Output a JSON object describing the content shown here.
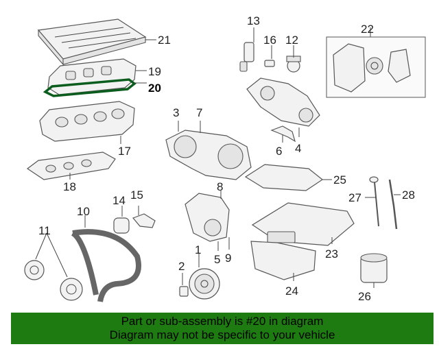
{
  "callouts": {
    "c1": "1",
    "c2": "2",
    "c3": "3",
    "c4": "4",
    "c5": "5",
    "c6": "6",
    "c7": "7",
    "c8": "8",
    "c9": "9",
    "c10": "10",
    "c11": "11",
    "c12": "12",
    "c13": "13",
    "c14": "14",
    "c15": "15",
    "c16": "16",
    "c17": "17",
    "c18": "18",
    "c19": "19",
    "c20": "20",
    "c21": "21",
    "c22": "22",
    "c23": "23",
    "c24": "24",
    "c25": "25",
    "c26": "26",
    "c27": "27",
    "c28": "28"
  },
  "highlighted_part": "20",
  "colors": {
    "banner": "#1e7b12",
    "highlight": "#0b5d1e"
  },
  "banner": {
    "line1": "Part or sub-assembly is #20 in diagram",
    "line2": "Diagram may not be specific to your vehicle"
  }
}
